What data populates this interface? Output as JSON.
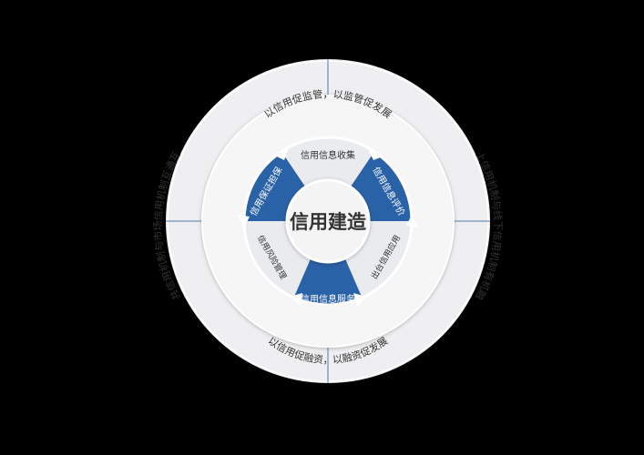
{
  "center": {
    "title": "信用建造"
  },
  "inner_ring": {
    "segments": [
      {
        "label": "信用信息收集",
        "style": "light"
      },
      {
        "label": "信用信息评价",
        "style": "blue"
      },
      {
        "label": "出台信用应用",
        "style": "light"
      },
      {
        "label": "信用信息服务",
        "style": "blue"
      },
      {
        "label": "信用风险管理",
        "style": "light"
      },
      {
        "label": "信用保证担保",
        "style": "blue"
      }
    ]
  },
  "middle_ring": {
    "top_text": "以信用促监管，以监管促发展",
    "bottom_text": "以信用促融资，以融资促发展"
  },
  "outer_ring": {
    "left_text": "公共信用机制与市场信用机制互通互动",
    "right_text": "线上信用机制与线下信用机制有机融合"
  },
  "colors": {
    "background": "#000000",
    "outer_ring": "#efeff1",
    "middle_ring": "#f6f6f7",
    "accent_blue": "#2a62a8",
    "light_segment": "#e9ebee",
    "text_dark": "#333333",
    "divider": "#4f79ad"
  }
}
